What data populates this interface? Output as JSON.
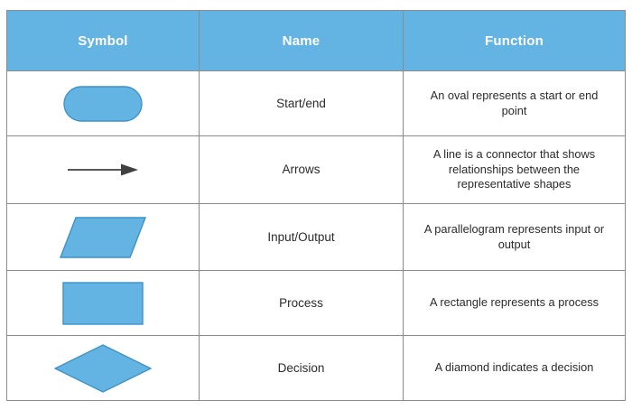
{
  "table": {
    "columns": [
      {
        "key": "symbol",
        "label": "Symbol"
      },
      {
        "key": "name",
        "label": "Name"
      },
      {
        "key": "function",
        "label": "Function"
      }
    ],
    "rows": [
      {
        "symbol_icon": "stadium-shape",
        "name": "Start/end",
        "function": "An oval represents a start or end point"
      },
      {
        "symbol_icon": "arrow-right-shape",
        "name": "Arrows",
        "function": "A line is a connector that shows relationships between the representative shapes"
      },
      {
        "symbol_icon": "parallelogram-shape",
        "name": "Input/Output",
        "function": "A parallelogram represents input or output"
      },
      {
        "symbol_icon": "rectangle-shape",
        "name": "Process",
        "function": "A rectangle represents a process"
      },
      {
        "symbol_icon": "diamond-shape",
        "name": "Decision",
        "function": "A diamond indicates a decision"
      }
    ]
  },
  "colors": {
    "header_background": "#63b4e2",
    "header_text": "#ffffff",
    "shape_fill": "#63b4e2",
    "shape_stroke": "#3d92c7",
    "arrow_stroke": "#404040",
    "border": "#8b8b8b",
    "body_text": "#2b2b2b",
    "page_background": "#ffffff"
  }
}
